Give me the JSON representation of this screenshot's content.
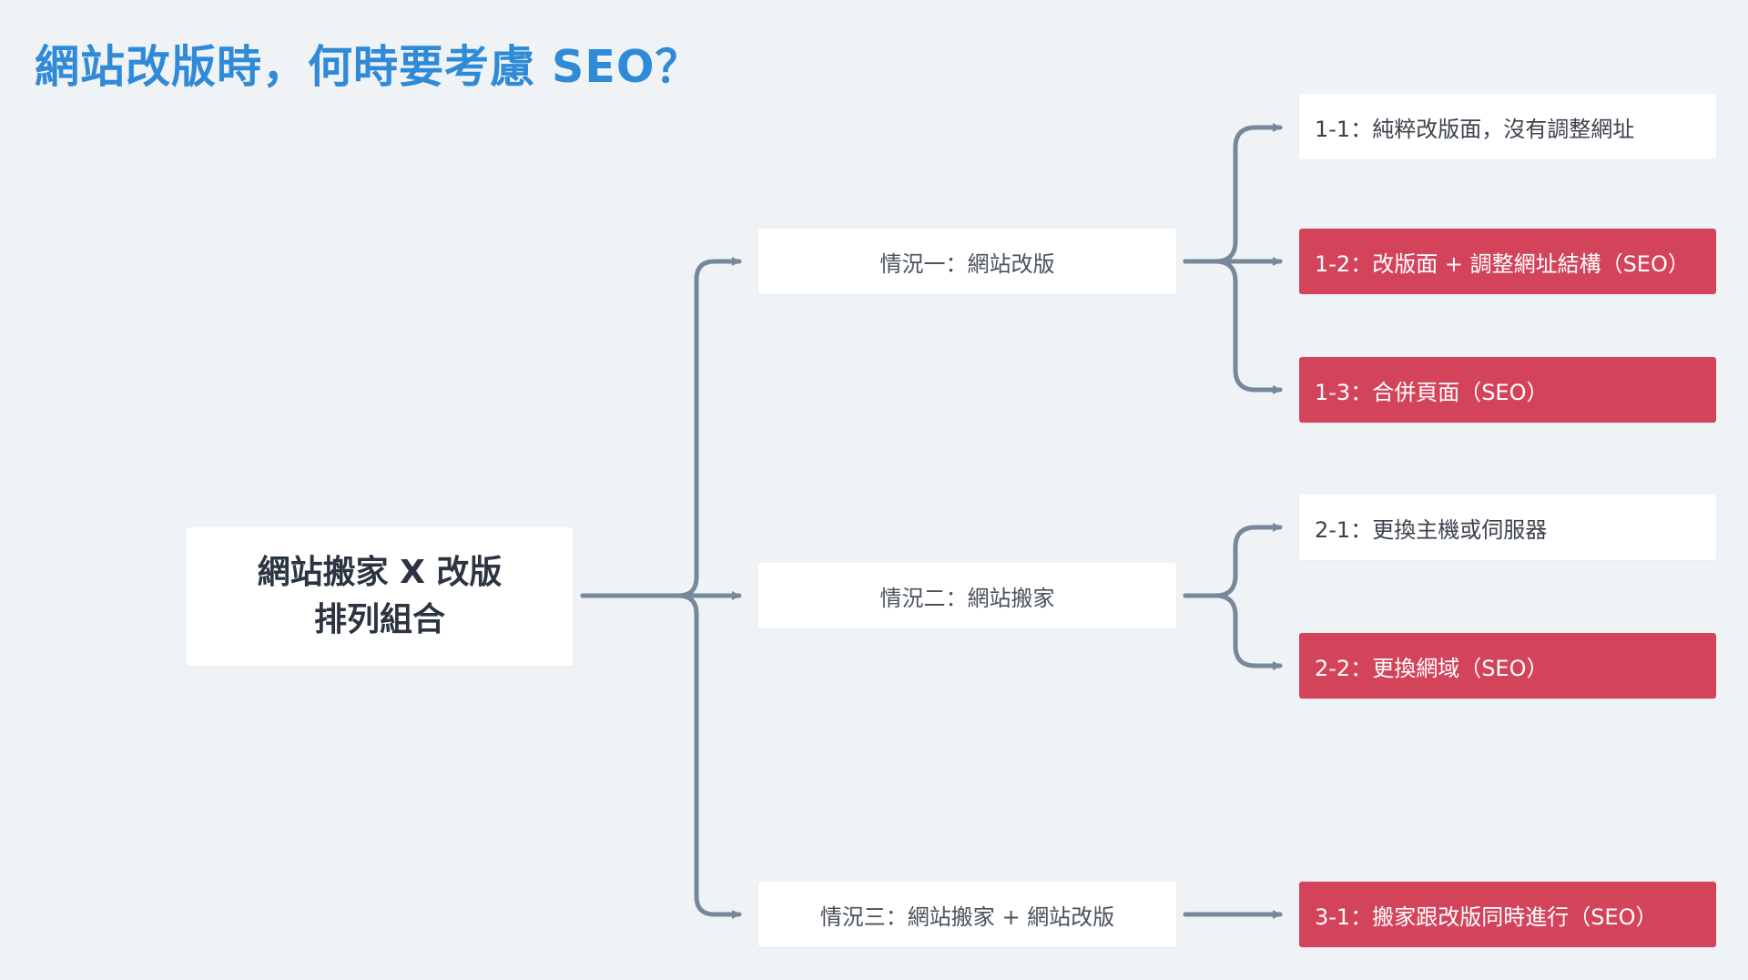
{
  "title": "網站改版時，何時要考慮 SEO？",
  "colors": {
    "background": "#eff3f6",
    "title": "#2f8ad8",
    "connector": "#76889a",
    "seo_highlight": "#d3435a",
    "box": "#ffffff"
  },
  "root": {
    "line1": "網站搬家 X 改版",
    "line2": "排列組合"
  },
  "situations": [
    {
      "label": "情況一：網站改版",
      "outcomes": [
        {
          "label": "1-1：純粹改版面，沒有調整網址",
          "seo": false
        },
        {
          "label": "1-2：改版面 + 調整網址結構（SEO）",
          "seo": true
        },
        {
          "label": "1-3：合併頁面（SEO）",
          "seo": true
        }
      ]
    },
    {
      "label": "情況二：網站搬家",
      "outcomes": [
        {
          "label": "2-1：更換主機或伺服器",
          "seo": false
        },
        {
          "label": "2-2：更換網域（SEO）",
          "seo": true
        }
      ]
    },
    {
      "label": "情況三：網站搬家 + 網站改版",
      "outcomes": [
        {
          "label": "3-1：搬家跟改版同時進行（SEO）",
          "seo": true
        }
      ]
    }
  ]
}
